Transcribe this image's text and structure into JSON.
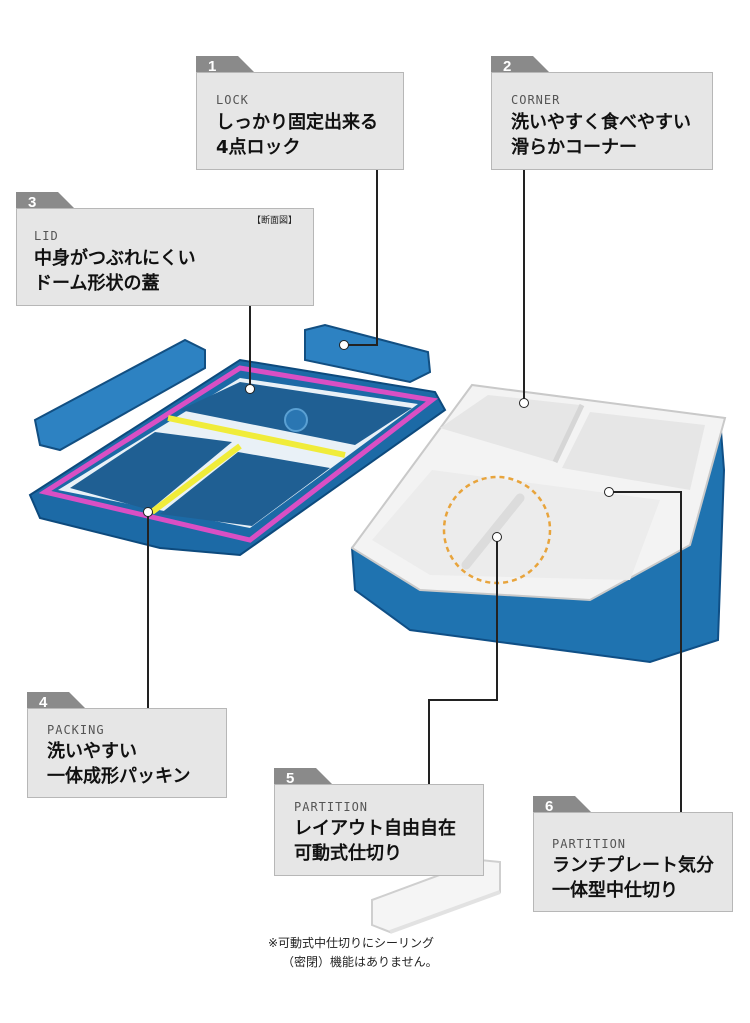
{
  "callouts": [
    {
      "num": "1",
      "en": "LOCK",
      "jp1": "しっかり固定出来る",
      "jp2": "4点ロック"
    },
    {
      "num": "2",
      "en": "CORNER",
      "jp1": "洗いやすく食べやすい",
      "jp2": "滑らかコーナー"
    },
    {
      "num": "3",
      "en": "LID",
      "jp1": "中身がつぶれにくい",
      "jp2": "ドーム形状の蓋",
      "inset_label": "【断面図】"
    },
    {
      "num": "4",
      "en": "PACKING",
      "jp1": "洗いやすい",
      "jp2": "一体成形パッキン"
    },
    {
      "num": "5",
      "en": "PARTITION",
      "jp1": "レイアウト自由自在",
      "jp2": "可動式仕切り"
    },
    {
      "num": "6",
      "en": "PARTITION",
      "jp1": "ランチプレート気分",
      "jp2": "一体型中仕切り"
    }
  ],
  "footnote": {
    "line1": "※可動式中仕切りにシーリング",
    "line2": "（密閉）機能はありません。"
  },
  "colors": {
    "box_blue": "#1f73b0",
    "box_dark": "#0f4f86",
    "packing_pink": "#d94fc4",
    "packing_yellow": "#f0ec3a",
    "inner_white": "#f3f3f3",
    "highlight_orange": "#e8a43c"
  }
}
